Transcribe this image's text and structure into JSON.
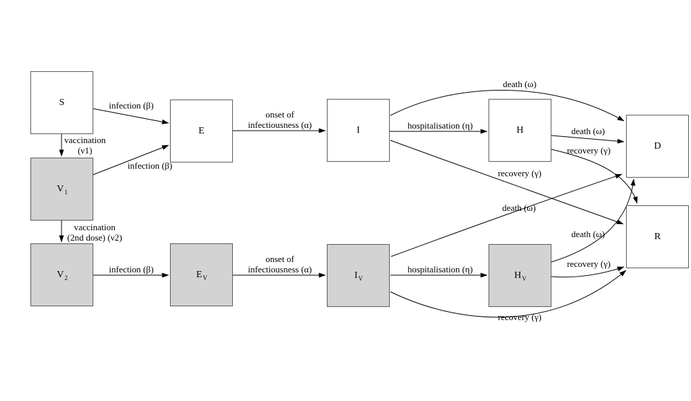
{
  "colors": {
    "background": "#ffffff",
    "node_fill": "#ffffff",
    "node_fill_vaccinated": "#d3d3d3",
    "node_border": "#5b5b5b",
    "edge": "#000000",
    "text": "#000000"
  },
  "nodes": {
    "s": {
      "label": "S",
      "sub": ""
    },
    "v1": {
      "label": "V",
      "sub": "1"
    },
    "v2": {
      "label": "V",
      "sub": "2"
    },
    "e": {
      "label": "E",
      "sub": ""
    },
    "ev": {
      "label": "E",
      "sub": "V"
    },
    "i": {
      "label": "I",
      "sub": ""
    },
    "iv": {
      "label": "I",
      "sub": "V"
    },
    "h": {
      "label": "H",
      "sub": ""
    },
    "hv": {
      "label": "H",
      "sub": "V"
    },
    "d": {
      "label": "D",
      "sub": ""
    },
    "r": {
      "label": "R",
      "sub": ""
    }
  },
  "edge_labels": {
    "s_e": {
      "lines": [
        "infection (β)",
        ""
      ]
    },
    "s_v1": {
      "lines": [
        "vaccination",
        "(ν1)"
      ]
    },
    "v1_e": {
      "lines": [
        "infection (β)",
        ""
      ]
    },
    "v1_v2": {
      "lines": [
        "vaccination",
        "(2nd dose) (ν2)"
      ]
    },
    "v2_ev": {
      "lines": [
        "infection (β)",
        ""
      ]
    },
    "e_i": {
      "lines": [
        "onset of",
        "infectiousness (α)"
      ]
    },
    "ev_iv": {
      "lines": [
        "onset of",
        "infectiousness (α)"
      ]
    },
    "i_h": {
      "lines": [
        "hospitalisation (η)",
        ""
      ]
    },
    "iv_hv": {
      "lines": [
        "hospitalisation (η)",
        ""
      ]
    },
    "i_d": {
      "lines": [
        "death (ω)",
        ""
      ]
    },
    "h_d": {
      "lines": [
        "death (ω)",
        ""
      ]
    },
    "iv_d": {
      "lines": [
        "death (ω)",
        ""
      ]
    },
    "hv_d": {
      "lines": [
        "death (ω)",
        ""
      ]
    },
    "i_r": {
      "lines": [
        "recovery (γ)",
        ""
      ]
    },
    "h_r": {
      "lines": [
        "recovery (γ)",
        ""
      ]
    },
    "iv_r": {
      "lines": [
        "recovery (γ)",
        ""
      ]
    },
    "hv_r": {
      "lines": [
        "recovery (γ)",
        ""
      ]
    }
  }
}
